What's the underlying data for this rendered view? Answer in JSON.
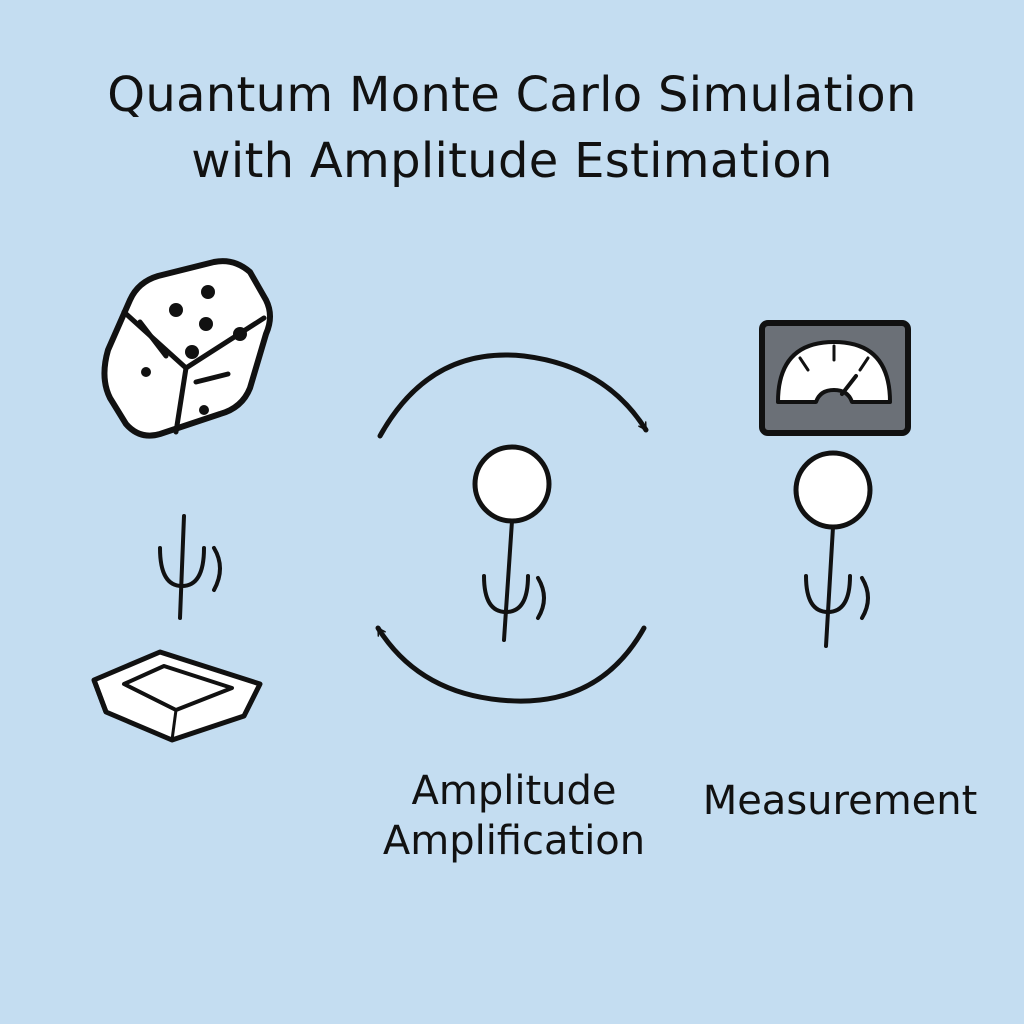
{
  "title": {
    "line1": "Quantum Monte Carlo Simulation",
    "line2": "with Amplitude Estimation"
  },
  "labels": {
    "amplitude_line1": "Amplitude",
    "amplitude_line2": "Amplification",
    "measurement": "Measurement"
  },
  "icons": {
    "dice": "dice-icon",
    "tray": "tray-icon",
    "cycle_top": "cycle-arrow-top-icon",
    "cycle_bottom": "cycle-arrow-bottom-icon",
    "qubit": "qubit-icon",
    "meter": "meter-icon",
    "psi": "psi-ket-icon"
  },
  "colors": {
    "background": "#c4ddf1",
    "stroke": "#111111",
    "fill_white": "#ffffff",
    "meter_panel": "#6b7077"
  }
}
